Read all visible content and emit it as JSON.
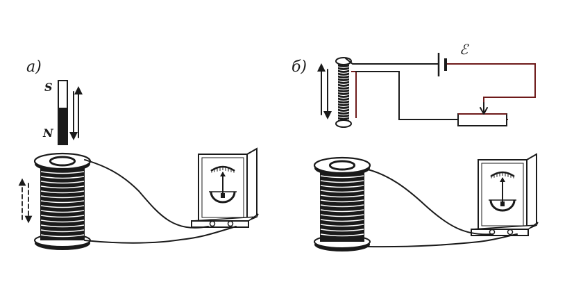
{
  "panel_a": {
    "label": "a)",
    "magnet": {
      "pole_top": "S",
      "pole_bottom": "N"
    }
  },
  "panel_b": {
    "label": "б)",
    "source_label": "ℰ"
  },
  "colors": {
    "ink": "#1a1a1a",
    "wire_red": "#6e1a1a",
    "background": "#ffffff"
  },
  "icons": [
    "bar-magnet-icon",
    "coil-icon",
    "galvanometer-icon",
    "battery-icon",
    "rheostat-icon",
    "double-arrow-icon"
  ]
}
